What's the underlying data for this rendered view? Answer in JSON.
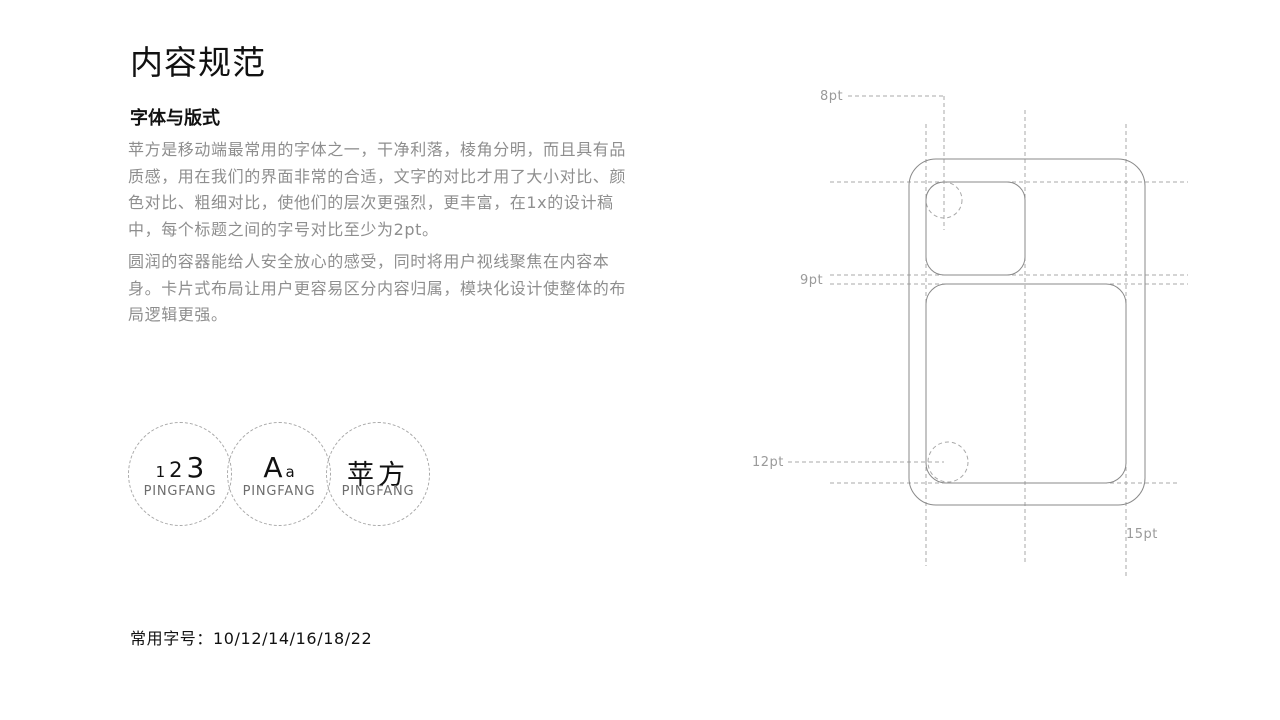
{
  "heading": "内容规范",
  "section_title": "字体与版式",
  "paragraph1": "苹方是移动端最常用的字体之一，干净利落，棱角分明，而且具有品质感，用在我们的界面非常的合适，文字的对比才用了大小对比、颜色对比、粗细对比，使他们的层次更强烈，更丰富，在1x的设计稿中，每个标题之间的字号对比至少为2pt。",
  "paragraph2": "圆润的容器能给人安全放心的感受，同时将用户视线聚焦在内容本身。卡片式布局让用户更容易区分内容归属，模块化设计使整体的布局逻辑更强。",
  "font_samples": {
    "numbers": {
      "d1": "1",
      "d2": "2",
      "d3": "3",
      "label": "PINGFANG"
    },
    "letters": {
      "big": "A",
      "small": "a",
      "label": "PINGFANG"
    },
    "chinese": {
      "glyph": "苹方",
      "label": "PINGFANG"
    }
  },
  "common_sizes": "常用字号：10/12/14/16/18/22",
  "diagram": {
    "label_8pt": "8pt",
    "label_9pt": "9pt",
    "label_12pt": "12pt",
    "label_15pt": "15pt"
  },
  "colors": {
    "text_primary": "#111111",
    "text_secondary": "#8e8e8e",
    "guide_line": "#a8a8a8",
    "outline": "#8a8a8a"
  }
}
